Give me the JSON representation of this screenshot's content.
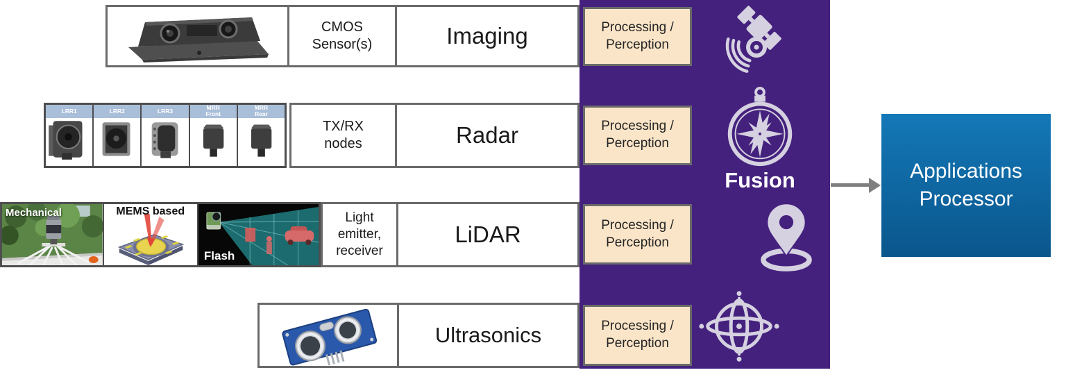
{
  "rows": [
    {
      "id": "imaging",
      "descriptor": "CMOS\nSensor(s)",
      "label": "Imaging",
      "processing": "Processing /\nPerception",
      "image": "stereo-camera-module"
    },
    {
      "id": "radar",
      "descriptor": "TX/RX\nnodes",
      "label": "Radar",
      "processing": "Processing /\nPerception",
      "modules": [
        "LRR1",
        "LRR2",
        "LRR3",
        "MRR\nFront",
        "MRR\nRear"
      ]
    },
    {
      "id": "lidar",
      "descriptor": "Light\nemitter,\nreceiver",
      "label": "LiDAR",
      "processing": "Processing /\nPerception",
      "image_labels": [
        "Mechanical",
        "MEMS based",
        "Flash"
      ]
    },
    {
      "id": "ultrasonics",
      "label": "Ultrasonics",
      "processing": "Processing /\nPerception",
      "image": "ultrasonic-sensor-module"
    }
  ],
  "fusion": {
    "label": "Fusion",
    "icons": [
      "satellite-icon",
      "compass-icon",
      "location-pin-icon",
      "gyroscope-icon"
    ]
  },
  "output": {
    "label": "Applications\nProcessor"
  },
  "colors": {
    "purple": "#45217E",
    "peach": "#FBE5C8",
    "border_gray": "#6A6A6A",
    "strip_border": "#4E4E50",
    "radar_header": "#A9BED9",
    "icon_gray": "#D5D1E0",
    "arrow_gray": "#7F7F7F",
    "blue_top": "#1478B7",
    "blue_bottom": "#0A568C"
  }
}
